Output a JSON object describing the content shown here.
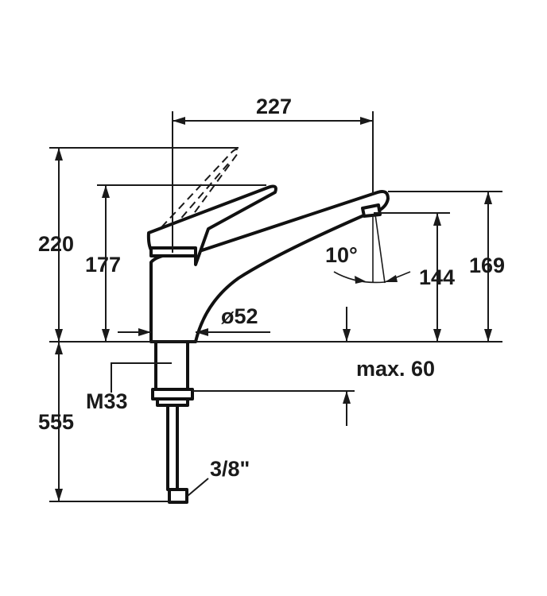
{
  "dimensions": {
    "width_227": "227",
    "height_220": "220",
    "height_177": "177",
    "height_169": "169",
    "height_144": "144",
    "angle_10": "10°",
    "diameter_52": "ø52",
    "max_60": "max. 60",
    "thread_m33": "M33",
    "length_555": "555",
    "connection_3_8": "3/8\""
  },
  "colors": {
    "ink": "#1a1a1a",
    "background": "#ffffff"
  }
}
